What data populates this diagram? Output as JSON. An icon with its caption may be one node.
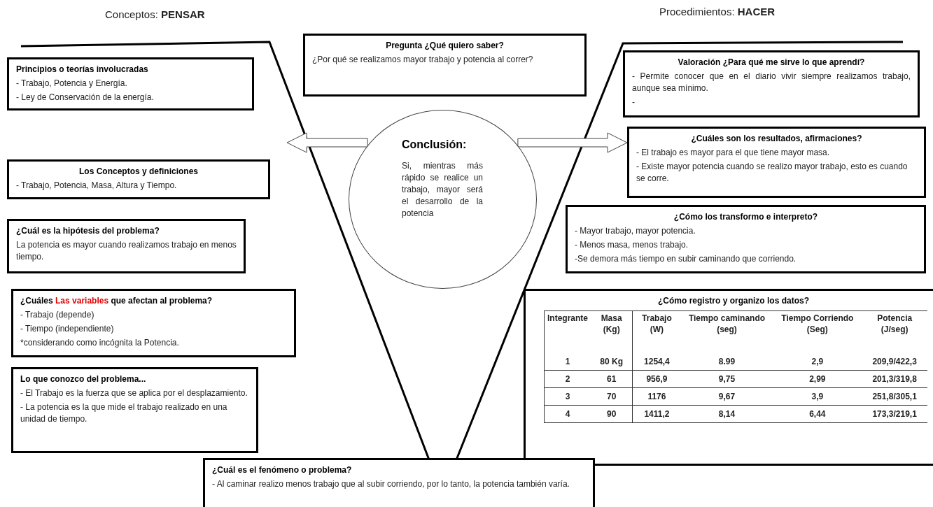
{
  "diagram": {
    "nodes": [
      {
        "text": [
          "Pregunta ¿Qué quiero saber?",
          "¿Por qué se realizamos mayor trabajo y potencia al correr?"
        ]
      },
      {
        "text": [
          "Principios o teorías involucradas",
          "- Trabajo, Potencia y Energía.",
          "- Ley de Conservación de la energía."
        ]
      },
      {
        "text": [
          "Valoración ¿Para qué me sirve lo que aprendí?",
          "- Permite conocer que en el diario vivir siempre realizamos trabajo, aunque sea mínimo.",
          "-"
        ]
      },
      {
        "text": [
          "Conclusión:",
          "Si, mientras más rápido se realice un trabajo, mayor será el desarrollo de la potencia"
        ]
      },
      {
        "text": [
          "¿Cuáles son los resultados, afirmaciones?",
          "- El trabajo es mayor para el que tiene mayor masa.",
          "- Existe mayor potencia cuando se realizo mayor trabajo, esto es cuando se corre."
        ]
      },
      {
        "text": [
          "Los Conceptos y definiciones",
          "- Trabajo, Potencia, Masa, Altura y Tiempo."
        ]
      },
      {
        "text": [
          "¿Cómo los transformo e interpreto?",
          "- Mayor trabajo, mayor potencia.",
          "- Menos masa, menos trabajo.",
          "-Se demora más tiempo en subir caminando que corriendo."
        ]
      },
      {
        "text": [
          "¿Cuál es la hipótesis del problema?",
          "La potencia es mayor cuando realizamos trabajo en menos tiempo."
        ]
      },
      {
        "text": [
          "¿Cuáles *Las variables* que afectan al problema?",
          "- Trabajo (depende)",
          "- Tiempo (independiente)",
          "*considerando como incógnita la Potencia."
        ]
      },
      {
        "text": [
          "¿Cómo registro y organizo los datos?"
        ]
      },
      {
        "text": [
          "Lo que conozco del problema...",
          "- El Trabajo es la fuerza que se aplica por el desplazamiento.",
          "- La potencia es la que mide el trabajo realizado en una unidad de tiempo."
        ]
      },
      {
        "text": [
          "¿Cuál es el fenómeno o problema?",
          " - Al caminar realizo menos trabajo que al subir corriendo, por lo tanto, la potencia también varía."
        ]
      }
    ],
    "edges": [
      {
        "from": 3,
        "to": null,
        "arrow": "to"
      },
      {
        "from": 3,
        "to": 4,
        "arrow": "to"
      }
    ],
    "labels": [
      "Conceptos: **PENSAR**",
      "Procedimientos: **HACER**",
      "Integrante",
      "Masa (Kg)",
      "Trabajo (W)",
      "Tiempo caminando (seg)",
      "Tiempo Corriendo (Seg)",
      "Potencia (J/seg)",
      "1",
      "80 Kg",
      "1254,4",
      "8.99",
      "2,9",
      "209,9/422,3",
      "2",
      "61",
      "956,9",
      "9,75",
      "2,99",
      "201,3/319,8",
      "3",
      "70",
      "1176",
      "9,67",
      "3,9",
      "251,8/305,1",
      "4",
      "90",
      "1411,2",
      "8,14",
      "6,44",
      "173,3/219,1"
    ]
  }
}
